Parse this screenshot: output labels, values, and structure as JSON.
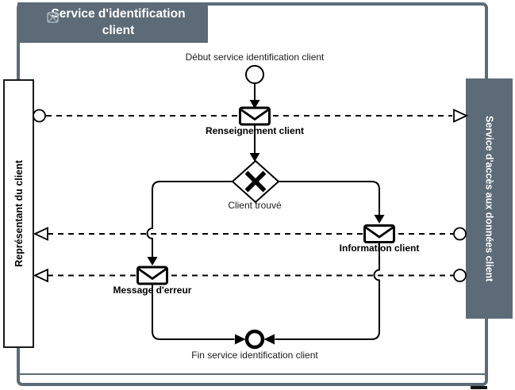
{
  "diagram": {
    "pool": {
      "title": "Service d'identification client",
      "title_icon": "envelope-x-icon"
    },
    "lanes": {
      "left_label": "Représentant du client",
      "right_label": "Service d'accès aux données client"
    },
    "events": {
      "start_label": "Début service identification client",
      "end_label": "Fin service identification client"
    },
    "messages": {
      "renseignement_label": "Renseignement client",
      "information_label": "Information client",
      "erreur_label": "Message d'erreur"
    },
    "gateway": {
      "label": "Client trouvé"
    },
    "colors": {
      "pool_slate": "#5c6b77",
      "diagram_black": "#000000",
      "shape_fill": "#ffffff",
      "title_icon_gray": "#a9b3ba"
    }
  }
}
